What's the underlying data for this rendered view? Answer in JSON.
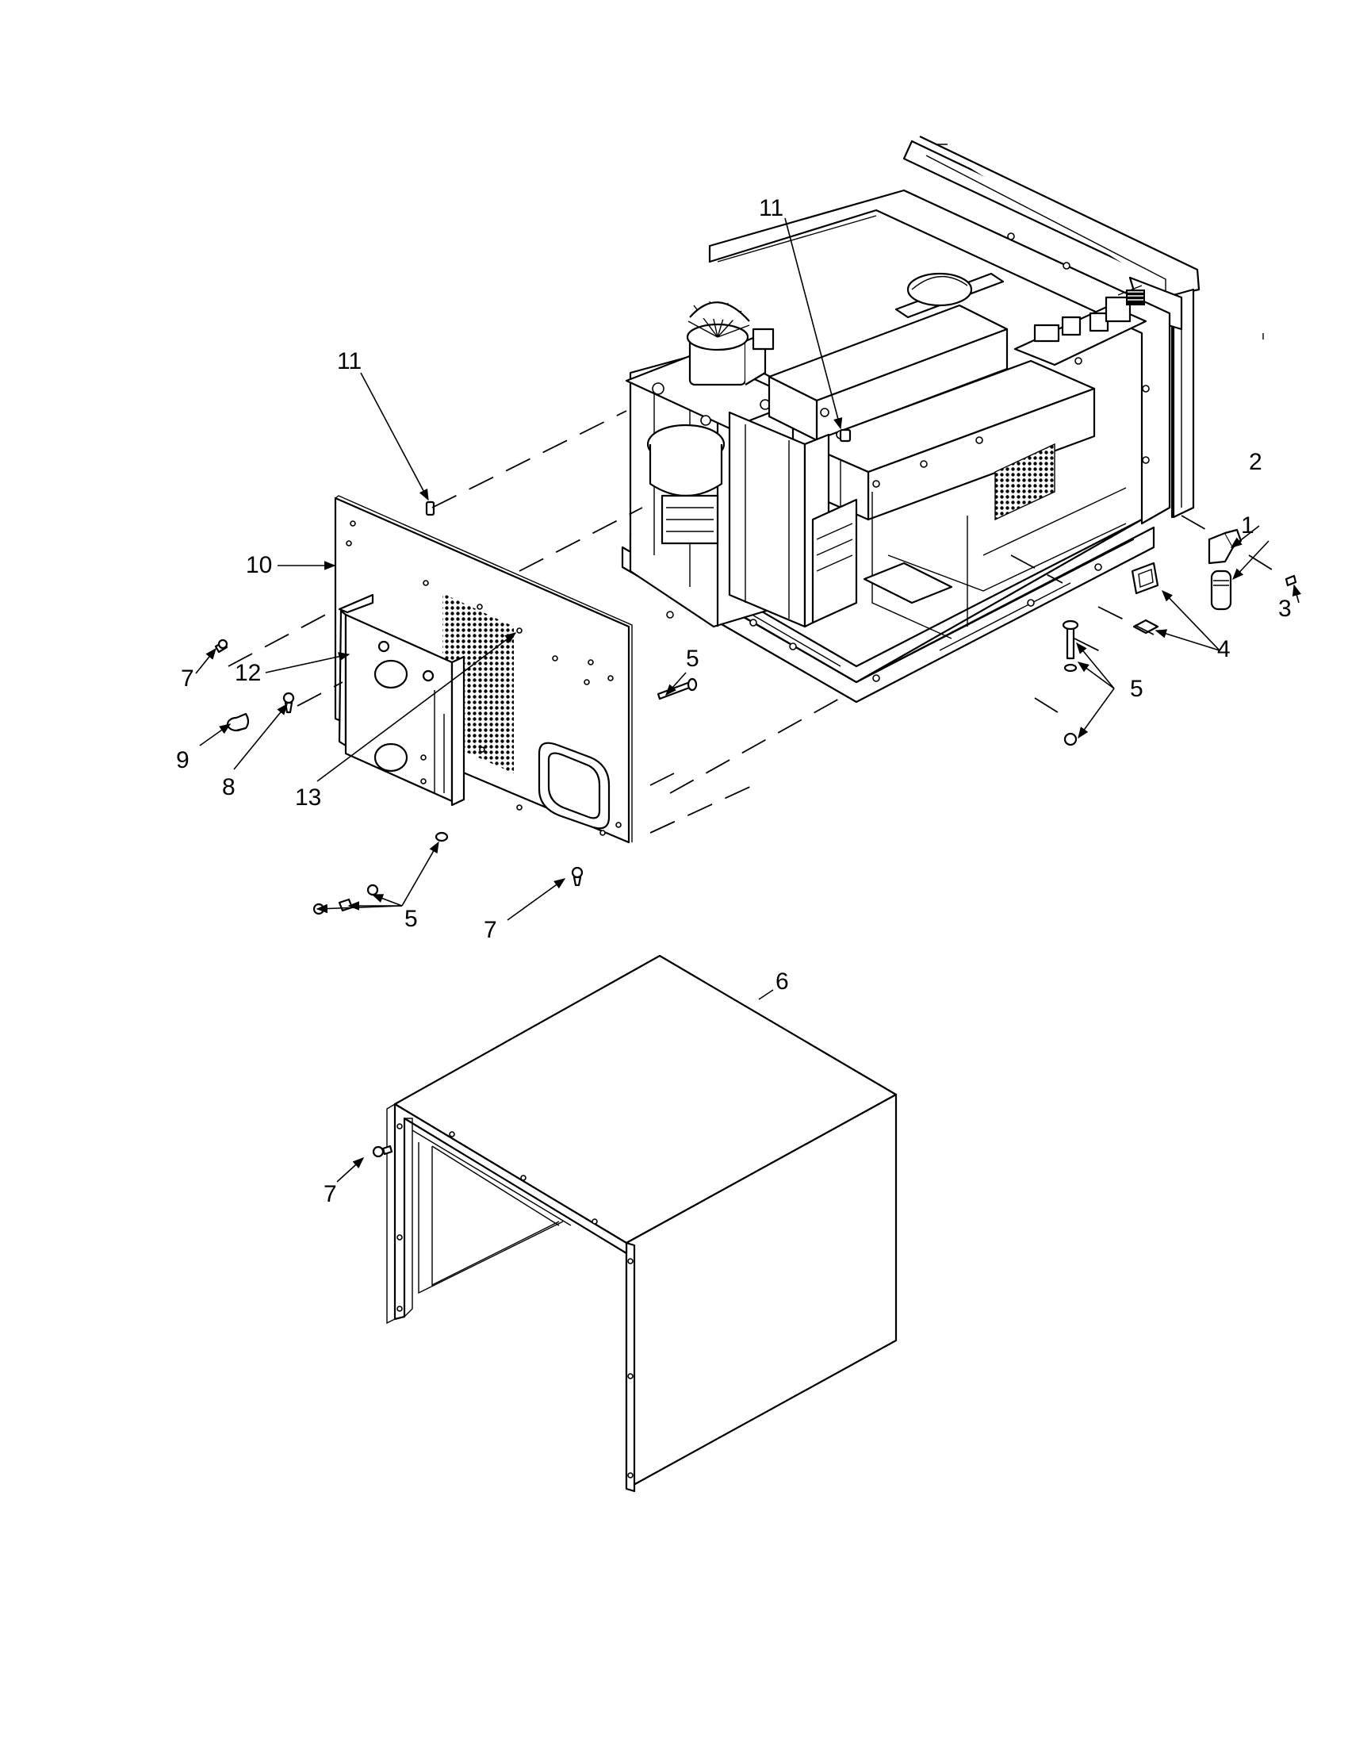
{
  "callouts": [
    {
      "id": "c1",
      "text": "1"
    },
    {
      "id": "c2",
      "text": "2"
    },
    {
      "id": "c3",
      "text": "3"
    },
    {
      "id": "c4",
      "text": "4"
    },
    {
      "id": "c5a",
      "text": "5"
    },
    {
      "id": "c5b",
      "text": "5"
    },
    {
      "id": "c5c",
      "text": "5"
    },
    {
      "id": "c6",
      "text": "6"
    },
    {
      "id": "c7a",
      "text": "7"
    },
    {
      "id": "c7b",
      "text": "7"
    },
    {
      "id": "c7c",
      "text": "7"
    },
    {
      "id": "c8",
      "text": "8"
    },
    {
      "id": "c9",
      "text": "9"
    },
    {
      "id": "c10",
      "text": "10"
    },
    {
      "id": "c11a",
      "text": "11"
    },
    {
      "id": "c11b",
      "text": "11"
    },
    {
      "id": "c12",
      "text": "12"
    },
    {
      "id": "c13",
      "text": "13"
    }
  ]
}
